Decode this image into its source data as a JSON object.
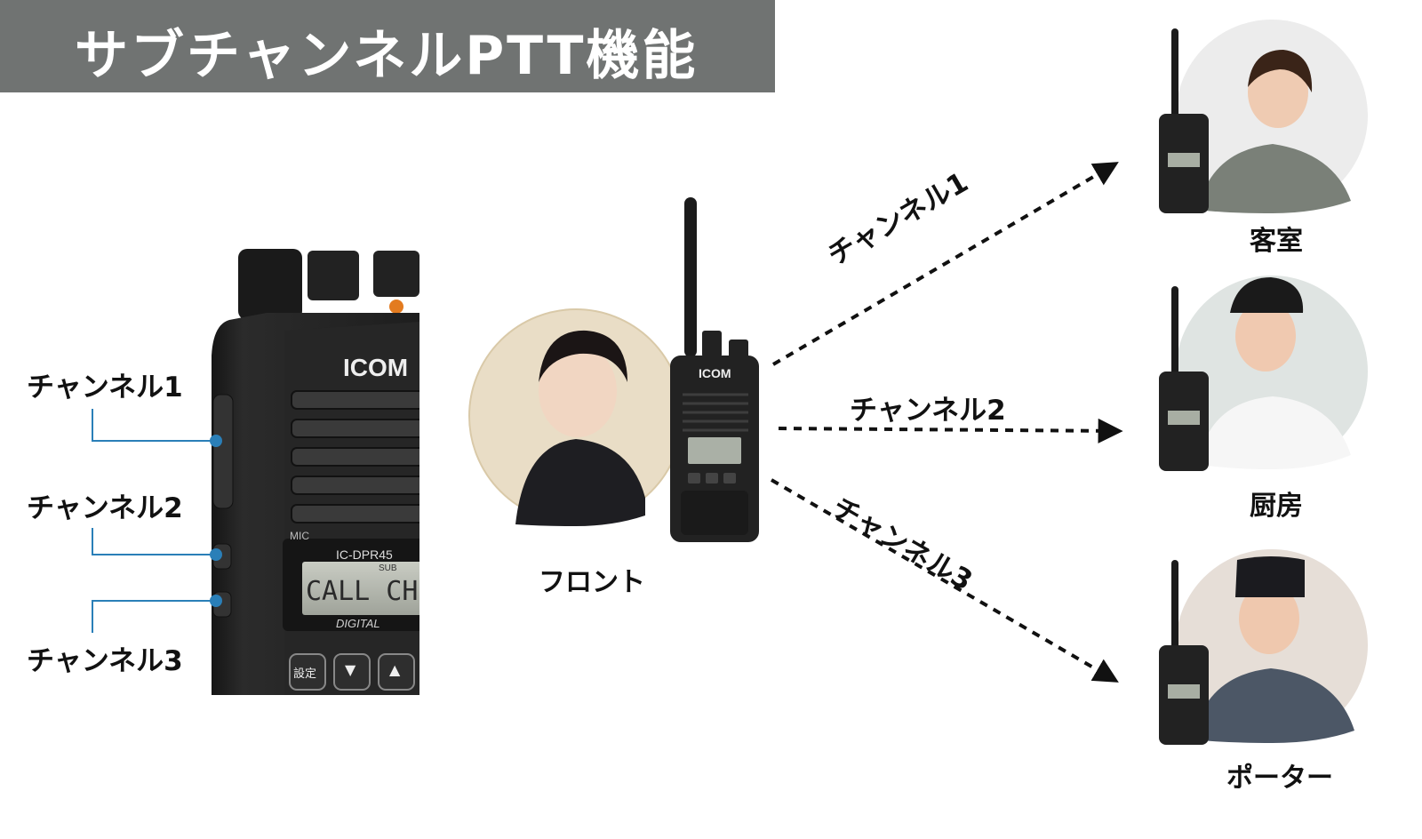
{
  "header": {
    "title": "サブチャンネルPTT機能"
  },
  "side_channels": [
    {
      "label": "チャンネル1"
    },
    {
      "label": "チャンネル2"
    },
    {
      "label": "チャンネル3"
    }
  ],
  "closeup_radio": {
    "brand": "ICOM",
    "mic_label": "MIC",
    "model": "IC-DPR45",
    "sub_indicator": "SUB",
    "display_text": "CALL CH",
    "digital_label": "DIGITAL",
    "keys": [
      "設定",
      "▼",
      "▲"
    ]
  },
  "center": {
    "person_label": "フロント",
    "radio_brand": "ICOM"
  },
  "links": [
    {
      "label": "チャンネル1",
      "target": "客室"
    },
    {
      "label": "チャンネル2",
      "target": "厨房"
    },
    {
      "label": "チャンネル3",
      "target": "ポーター"
    }
  ],
  "destinations": [
    {
      "label": "客室"
    },
    {
      "label": "厨房"
    },
    {
      "label": "ポーター"
    }
  ],
  "colors": {
    "title_bg": "#707372",
    "connector_blue": "#2a7fb8",
    "arrow": "#111111"
  }
}
